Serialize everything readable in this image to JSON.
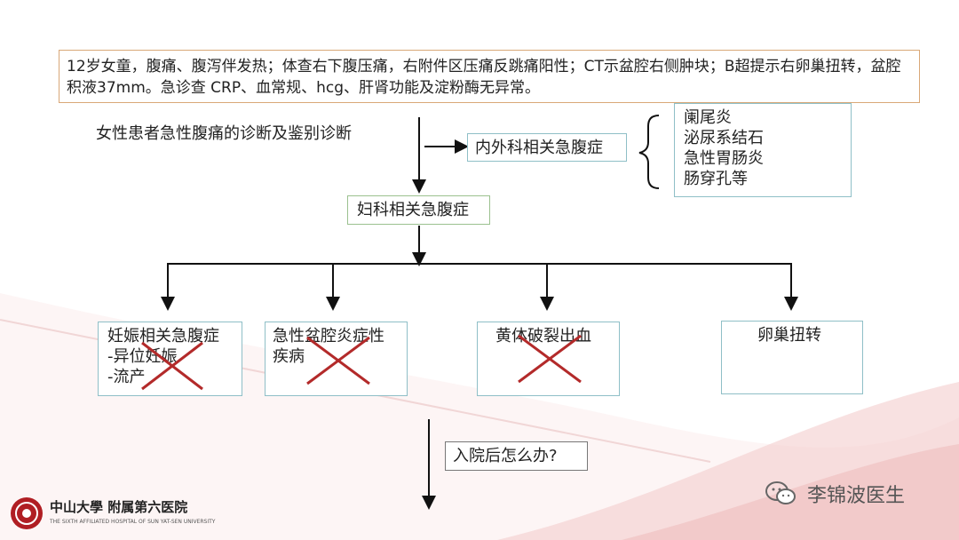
{
  "case_text": "12岁女童，腹痛、腹泻伴发热；体查右下腹压痛，右附件区压痛反跳痛阳性；CT示盆腔右侧肿块；B超提示右卵巢扭转，盆腔积液37mm。急诊查 CRP、血常规、hcg、肝肾功能及淀粉酶无异常。",
  "flow": {
    "title": "女性患者急性腹痛的诊断及鉴别诊断",
    "internal_surgical": "内外科相关急腹症",
    "internal_list": [
      "阑尾炎",
      "泌尿系结石",
      "急性胃肠炎",
      "肠穿孔等"
    ],
    "gyn": "妇科相关急腹症",
    "branches": [
      {
        "label": "妊娠相关急腹症\n-异位妊娠\n-流产",
        "crossed": true
      },
      {
        "label": "急性盆腔炎症性疾病",
        "crossed": true
      },
      {
        "label": "黄体破裂出血",
        "crossed": true
      },
      {
        "label": "卵巢扭转",
        "crossed": false
      }
    ],
    "question": "入院后怎么办?"
  },
  "logo": {
    "main": "中山大學 附属第六医院",
    "sub": "THE SIXTH AFFILIATED HOSPITAL OF SUN YAT-SEN UNIVERSITY"
  },
  "watermark": "李锦波医生",
  "colors": {
    "case_border": "#d9a878",
    "teal_border": "#8fbfc7",
    "green_border": "#9bc18f",
    "cross": "#b32a2a",
    "logo_red": "#b01e23"
  }
}
